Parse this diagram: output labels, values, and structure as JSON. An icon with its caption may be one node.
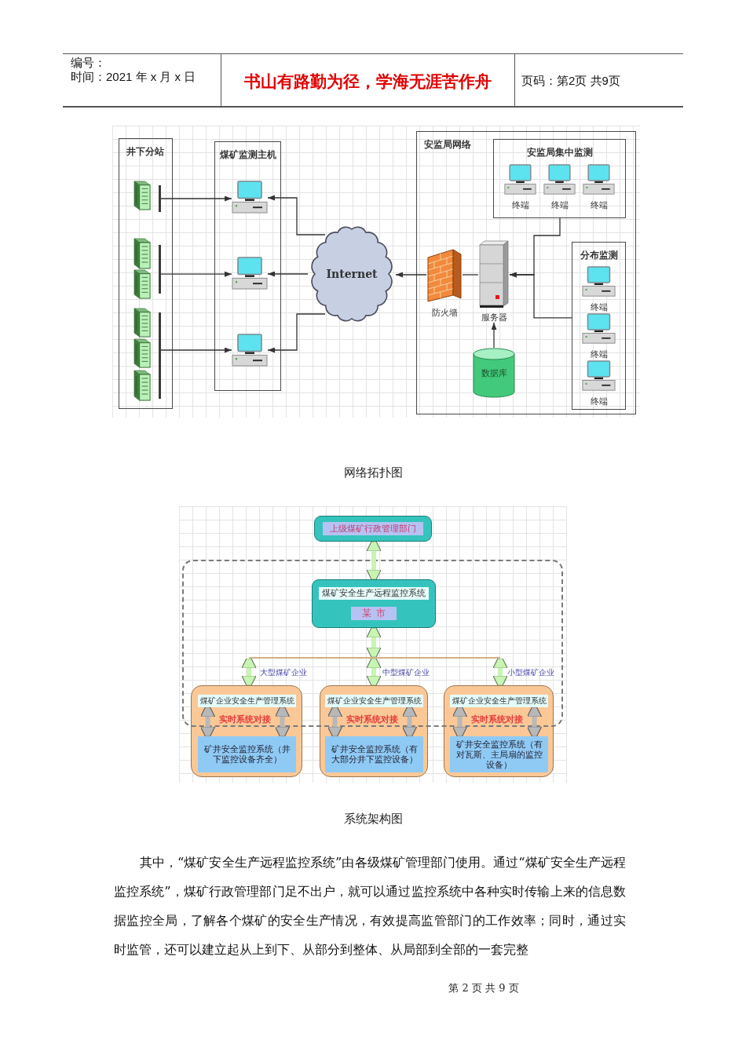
{
  "diagram": {
    "nodes": [
      {
        "text": [
          "井下分站"
        ]
      },
      {
        "text": [],
        "shape": "picture",
        "in": 0
      },
      {
        "text": [],
        "shape": "bar",
        "in": 0
      },
      {
        "text": [],
        "shape": "picture",
        "in": 0
      },
      {
        "text": [],
        "shape": "picture",
        "in": 0
      },
      {
        "text": [],
        "shape": "bar",
        "in": 0
      },
      {
        "text": [],
        "shape": "picture",
        "in": 0
      },
      {
        "text": [],
        "shape": "picture",
        "in": 0
      },
      {
        "text": [],
        "shape": "picture",
        "in": 0
      },
      {
        "text": [],
        "shape": "bar",
        "in": 0
      },
      {
        "text": [
          "煤矿监测主机"
        ]
      },
      {
        "text": [],
        "shape": "picture",
        "in": 10
      },
      {
        "text": [],
        "shape": "picture",
        "in": 10
      },
      {
        "text": [],
        "shape": "picture",
        "in": 10
      },
      {
        "text": [
          "Internet"
        ]
      },
      {
        "text": [
          "安监局网络"
        ]
      },
      {
        "text": [
          "安监局集中监测"
        ],
        "in": 15
      },
      {
        "text": [
          "终端"
        ],
        "in": 16
      },
      {
        "text": [
          "终端"
        ],
        "in": 16
      },
      {
        "text": [
          "终端"
        ],
        "in": 16
      },
      {
        "text": [
          "防火墙"
        ],
        "in": 15
      },
      {
        "text": [
          "服务器"
        ],
        "in": 15
      },
      {
        "text": [
          "分布监测"
        ],
        "in": 15
      },
      {
        "text": [
          "终端"
        ],
        "in": 22
      },
      {
        "text": [
          "终端"
        ],
        "in": 22
      },
      {
        "text": [
          "终端"
        ],
        "in": 22
      },
      {
        "text": [
          "数据库"
        ],
        "in": 15
      },
      {
        "text": [
          "上级煤矿行政管理部门"
        ]
      },
      {
        "text": [],
        "shape": "box"
      },
      {
        "text": [
          "煤矿安全生产远程监控系统",
          "某市"
        ],
        "in": 28
      },
      {
        "text": [],
        "shape": "bar",
        "in": 28
      },
      {
        "text": [],
        "shape": "box",
        "beside": [
          "大型煤矿企业"
        ]
      },
      {
        "text": [
          "煤矿企业安全生产管理系统"
        ]
      },
      {
        "text": [
          "矿井安全监控系统（井下监控设备齐全）"
        ],
        "in": 31
      },
      {
        "text": [],
        "shape": "box",
        "beside": [
          "中型煤矿企业"
        ]
      },
      {
        "text": [
          "煤矿企业安全生产管理系统"
        ]
      },
      {
        "text": [
          "矿井安全监控系统（有大部分井下监控设备）"
        ],
        "in": 34
      },
      {
        "text": [],
        "shape": "box",
        "beside": [
          "小型煤矿企业"
        ]
      },
      {
        "text": [
          "煤矿企业安全生产管理系统"
        ]
      },
      {
        "text": [
          "矿井安全监控系统（有对瓦斯、主局扇的监控设备）"
        ],
        "in": 37
      }
    ],
    "edges": [
      {
        "from": 2,
        "to": 11,
        "arrow": "to"
      },
      {
        "from": 5,
        "to": 12,
        "arrow": "to"
      },
      {
        "from": 9,
        "to": 13,
        "arrow": "to"
      },
      {
        "from": 14,
        "to": 11,
        "arrow": "to"
      },
      {
        "from": 14,
        "to": 12,
        "arrow": "to"
      },
      {
        "from": 14,
        "to": 13,
        "arrow": "to"
      },
      {
        "from": 21,
        "to": 20,
        "arrow": "none"
      },
      {
        "from": 20,
        "to": 14,
        "arrow": "to"
      },
      {
        "from": 16,
        "to": 21,
        "arrow": "to"
      },
      {
        "from": 22,
        "to": 21,
        "arrow": "to"
      },
      {
        "from": 26,
        "to": 21,
        "arrow": "to"
      },
      {
        "from": 27,
        "to": 29,
        "arrow": "both",
        "style": "thick",
        "color": "#c8f4b4"
      },
      {
        "from": 29,
        "to": 30,
        "arrow": "both",
        "style": "thick",
        "color": "#c8f4b4"
      },
      {
        "from": 30,
        "to": 31,
        "arrow": "both",
        "style": "thick",
        "color": "#c8f4b4"
      },
      {
        "from": 30,
        "to": 34,
        "arrow": "both",
        "style": "thick",
        "color": "#c8f4b4"
      },
      {
        "from": 30,
        "to": 37,
        "arrow": "both",
        "style": "thick",
        "color": "#c8f4b4"
      },
      {
        "from": 32,
        "to": 33,
        "arrow": "both",
        "style": "thick",
        "color": "#b8b8b8"
      },
      {
        "from": 32,
        "to": 33,
        "arrow": "both",
        "style": "thick",
        "color": "#b8b8b8"
      },
      {
        "from": 35,
        "to": 36,
        "arrow": "both",
        "style": "thick",
        "color": "#b8b8b8"
      },
      {
        "from": 35,
        "to": 36,
        "arrow": "both",
        "style": "thick",
        "color": "#b8b8b8"
      },
      {
        "from": 38,
        "to": 39,
        "arrow": "both",
        "style": "thick",
        "color": "#b8b8b8"
      },
      {
        "from": 38,
        "to": 39,
        "arrow": "both",
        "style": "thick",
        "color": "#b8b8b8"
      }
    ],
    "labels": [
      "编号：",
      "时间：2021 年 x 月 x 日",
      "书山有路勤为径，学海无涯苦作舟",
      "页码：第2页 共9页",
      "网络拓扑图",
      "实时系统对接",
      "实时系统对接",
      "实时系统对接",
      "系统架构图",
      "其中，“煤矿安全生产远程监控系统”由各级煤矿管理部门使用。通过“煤矿安全生产远程监控系统”，煤矿行政管理部门足不出户，就可以通过监控系统中各种实时传输上来的信息数据监控全局，了解各个煤矿的安全生产情况，有效提高监管部门的工作效率；同时，通过实时监管，还可以建立起从上到下、从部分到整体、从局部到全部的一套完整",
      "第 2 页 共 9 页"
    ]
  }
}
